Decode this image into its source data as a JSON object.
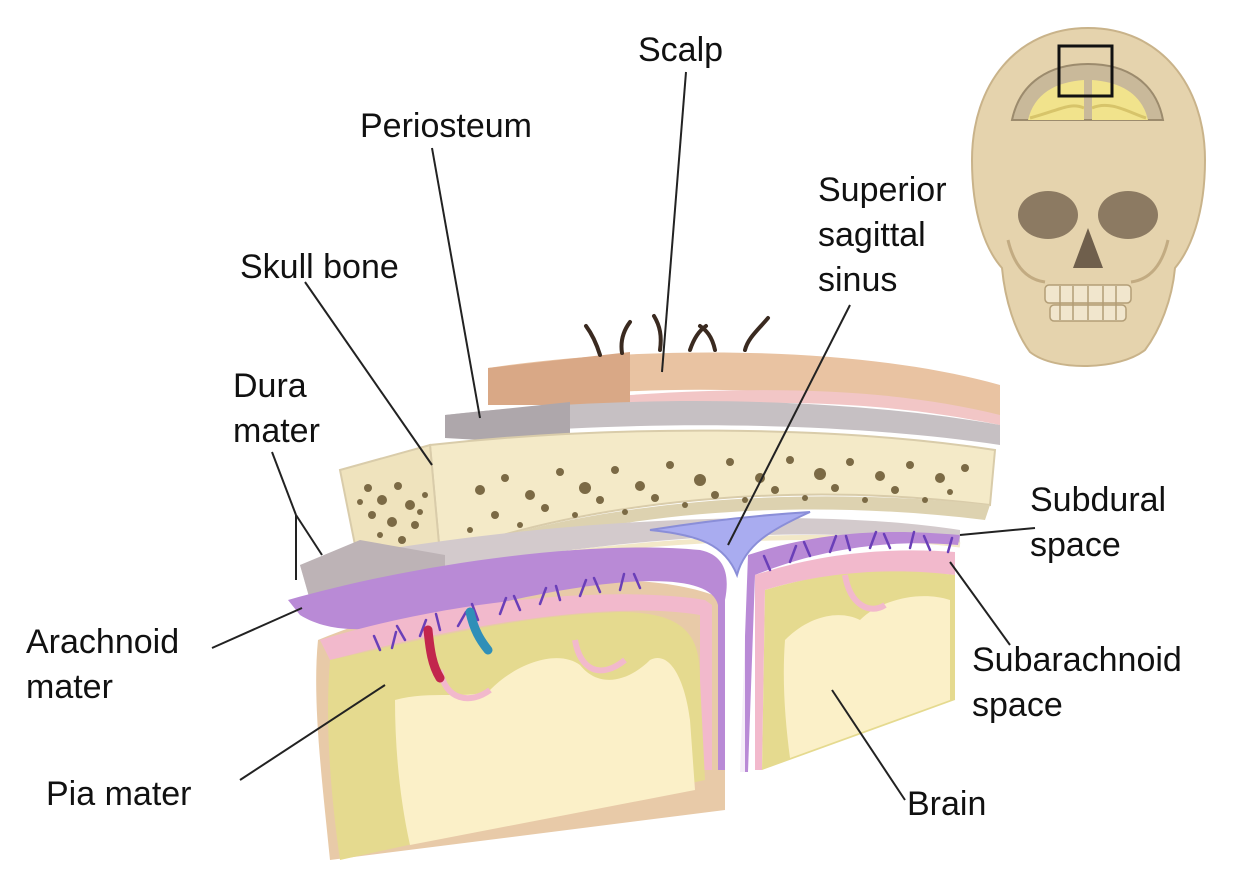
{
  "labels": {
    "scalp": "Scalp",
    "periosteum": "Periosteum",
    "skull_bone": "Skull bone",
    "superior_sagittal_sinus": [
      "Superior",
      "sagittal",
      "sinus"
    ],
    "dura_mater": [
      "Dura",
      "mater"
    ],
    "subdural_space": [
      "Subdural",
      "space"
    ],
    "arachnoid_mater": [
      "Arachnoid",
      "mater"
    ],
    "subarachnoid_space": [
      "Subarachnoid",
      "space"
    ],
    "pia_mater": "Pia mater",
    "brain": "Brain"
  },
  "colors": {
    "scalp": "#e6bfa0",
    "periosteum": "#b9b3b6",
    "bone": "#f3e8c2",
    "bone_pores": "#7b6a45",
    "dura": "#cfc5c8",
    "sinus": "#a9acf0",
    "arachnoid": "#b98ad6",
    "arachnoid_vessels": "#6a3fb8",
    "pia": "#f2b9cc",
    "grey_matter": "#e5da8f",
    "white_matter": "#fbf0c8",
    "artery": "#c2264d",
    "vein": "#2f8fb8",
    "skull": "#e5d3ad",
    "leader_line": "#222222"
  }
}
